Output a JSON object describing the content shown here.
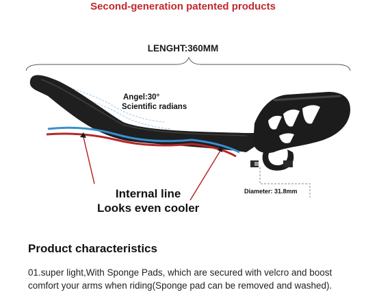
{
  "header": {
    "title": "Second-generation patented products"
  },
  "diagram": {
    "length_label": "LENGHT:360MM",
    "angle_line1": "Angel:30°",
    "angle_line2": "Scientific radians",
    "internal_line1": "Internal line",
    "internal_line2": "Looks even cooler",
    "diameter_label": "Diameter: 31.8mm",
    "colors": {
      "tube": "#1c1c1c",
      "cable_blue": "#3a8fd1",
      "cable_red": "#b6262a",
      "arrow": "#c0282e",
      "title_red": "#c0282e"
    }
  },
  "characteristics": {
    "title": "Product characteristics",
    "line1": "01.super light,With Sponge Pads, which are secured with velcro and boost",
    "line2": "comfort your arms when riding(Sponge pad can be removed and washed)."
  }
}
